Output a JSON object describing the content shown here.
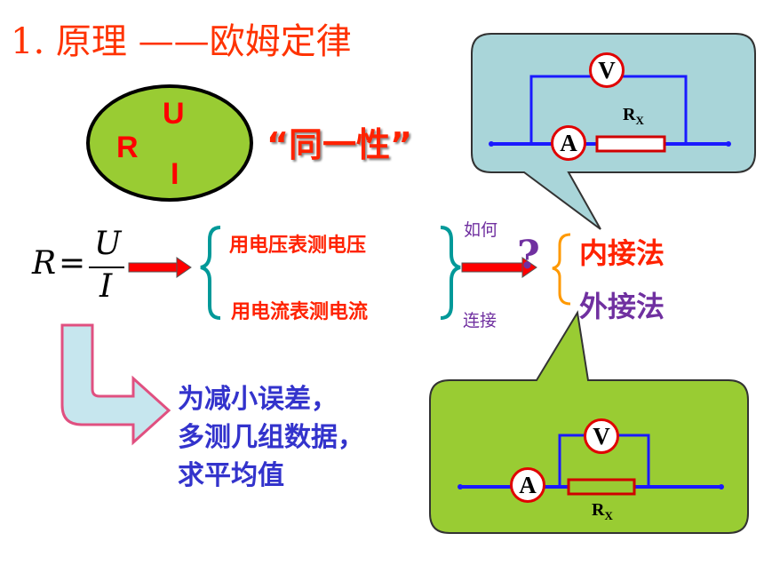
{
  "title": "1. 原理 ——欧姆定律",
  "circle": {
    "u": "U",
    "r": "R",
    "i": "I"
  },
  "same_label": "“同一性”",
  "formula": {
    "lhs": "R",
    "eq": "=",
    "num": "U",
    "den": "I"
  },
  "brace_items": {
    "voltage": "用电压表测电压",
    "current": "用电流表测电流"
  },
  "how_top": "如何",
  "how_bottom": "连接",
  "question": "?",
  "methods": {
    "internal": "内接法",
    "external": "外接法"
  },
  "advice": {
    "line1": "为减小误差，",
    "line2": "多测几组数据，",
    "line3": "求平均值"
  },
  "circuit_top": {
    "voltmeter": "V",
    "ammeter": "A",
    "resistor": "R",
    "resistor_sub": "X"
  },
  "circuit_bottom": {
    "voltmeter": "V",
    "ammeter": "A",
    "resistor": "R",
    "resistor_sub": "X"
  },
  "colors": {
    "title": "#ff3300",
    "circle": "#99cc33",
    "callout_top": "#a9d5d9",
    "callout_bottom": "#99cc33",
    "arrow": "#ff0000",
    "wire": "#1a1aff",
    "advice": "#3333cc",
    "method_internal": "#ff2200",
    "method_external": "#7030a0"
  }
}
